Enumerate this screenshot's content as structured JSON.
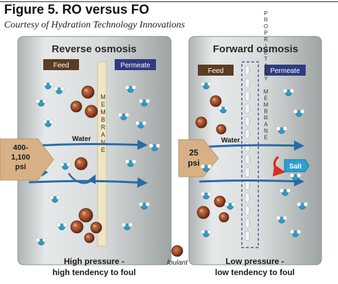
{
  "figure": {
    "title": "Figure 5. RO versus FO",
    "subtitle": "Courtesy of Hydration Technology Innovations"
  },
  "left_panel": {
    "title": "Reverse osmosis",
    "feed_label": "Feed",
    "permeate_label": "Permeate",
    "membrane_label": "MEMBRANE",
    "water_label": "Water",
    "pressure_line1": "400-",
    "pressure_line2": "1,100",
    "pressure_line3": "psi",
    "caption_line1": "High pressure -",
    "caption_line2": "high tendency to foul"
  },
  "right_panel": {
    "title": "Forward osmosis",
    "feed_label": "Feed",
    "permeate_label": "Permeate",
    "membrane_label": "PROPRIETARY MEMBRANE",
    "water_label": "Water",
    "salt_label": "Salt",
    "pressure_line1": "25",
    "pressure_line2": "psi",
    "caption_line1": "Low pressure -",
    "caption_line2": "low tendency to foul"
  },
  "legend": {
    "foulant_label": "foulant"
  },
  "colors": {
    "panel_fill": "#d9dcdc",
    "feed_box": "#5a3d22",
    "permeate_box": "#2e3a80",
    "membrane_fill": "#efe4c4",
    "pressure_arrow": "#d7b185",
    "flow_arrow": "#2a6aa6",
    "salt_arrow": "#d43020",
    "salt_box": "#2a9ed6",
    "foulant": "#9a4a2a",
    "molecule_blue": "#2a9bc7"
  }
}
